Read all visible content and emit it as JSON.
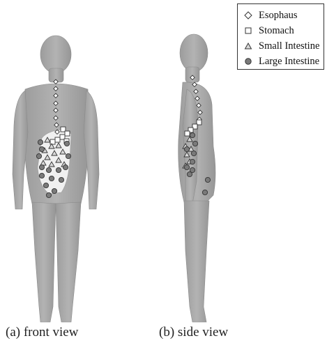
{
  "legend": {
    "items": [
      {
        "label": "Esophaus",
        "marker": "diamond",
        "fill": "#ffffff"
      },
      {
        "label": "Stomach",
        "marker": "square",
        "fill": "#ffffff"
      },
      {
        "label": "Small Intestine",
        "marker": "triangle",
        "fill": "#d9d9d9"
      },
      {
        "label": "Large Intestine",
        "marker": "circle",
        "fill": "#7a7a7a"
      }
    ]
  },
  "captions": {
    "front": "(a) front view",
    "side": "(b) side view"
  },
  "colors": {
    "body": "#a9a9a9",
    "body_shade": "#8f8f8f",
    "organ_region": "#f2f2f2",
    "marker_stroke": "#333333"
  }
}
